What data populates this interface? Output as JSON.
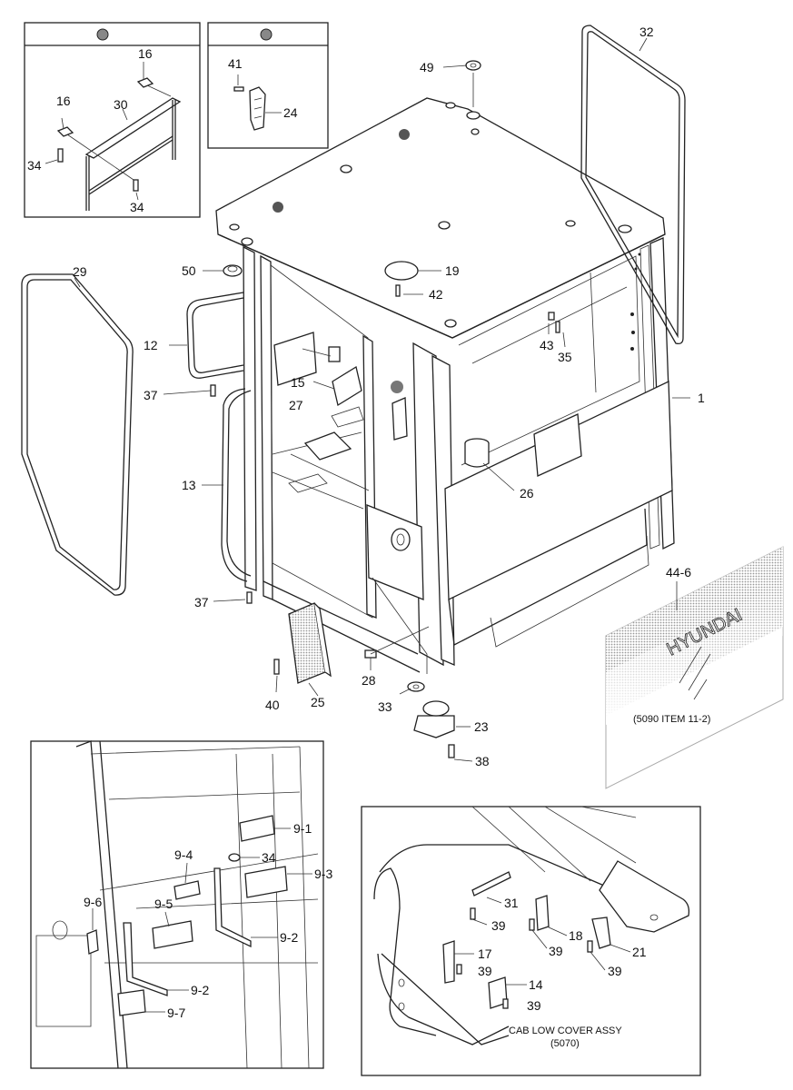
{
  "labels": {
    "l1": "1",
    "l9_1": "9-1",
    "l9_2a": "9-2",
    "l9_2b": "9-2",
    "l9_3": "9-3",
    "l9_4": "9-4",
    "l9_5": "9-5",
    "l9_6": "9-6",
    "l9_7": "9-7",
    "l12": "12",
    "l13": "13",
    "l14": "14",
    "l15": "15",
    "l16a": "16",
    "l16b": "16",
    "l17": "17",
    "l18": "18",
    "l19": "19",
    "l21": "21",
    "l23": "23",
    "l24": "24",
    "l25": "25",
    "l26": "26",
    "l27": "27",
    "l28": "28",
    "l29": "29",
    "l30": "30",
    "l31": "31",
    "l32": "32",
    "l33": "33",
    "l34a": "34",
    "l34b": "34",
    "l34c": "34",
    "l35": "35",
    "l37a": "37",
    "l37b": "37",
    "l38": "38",
    "l39a": "39",
    "l39b": "39",
    "l39c": "39",
    "l39d": "39",
    "l39e": "39",
    "l40": "40",
    "l41": "41",
    "l42": "42",
    "l43": "43",
    "l44_6": "44-6",
    "l49": "49",
    "l50": "50"
  },
  "glass_panel": {
    "brand": "HYUNDAI",
    "ref": "(5090 ITEM 11-2)"
  },
  "cab_low_cover": {
    "title": "CAB LOW COVER ASSY",
    "ref": "(5070)"
  }
}
